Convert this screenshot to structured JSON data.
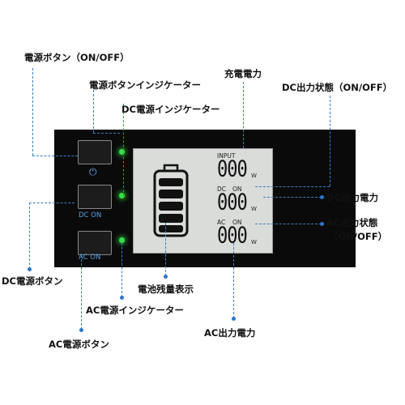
{
  "labels": {
    "power_button": "電源ボタン（ON/OFF）",
    "power_indicator": "電源ボタンインジケーター",
    "dc_indicator": "DC電源インジケーター",
    "charge_power": "充電電力",
    "dc_output_state": "DC出力状態（ON/OFF）",
    "dc_output_power": "DC出力電力",
    "ac_output_state_1": "AC出力状態",
    "ac_output_state_2": "（ON/OFF）",
    "dc_power_button": "DC電源ボタン",
    "battery_level": "電池残量表示",
    "ac_indicator": "AC電源インジケーター",
    "ac_output_power": "AC出力電力",
    "ac_power_button": "AC電源ボタン"
  },
  "panel": {
    "buttons": {
      "power_symbol": "⏻",
      "dc_label": "DC ON",
      "ac_label": "AC ON"
    },
    "lcd": {
      "input_label": "INPUT",
      "input_value": "000",
      "input_unit": "W",
      "dc_label": "DC",
      "dc_state": "ON",
      "dc_value": "000",
      "dc_unit": "W",
      "ac_label": "AC",
      "ac_state": "ON",
      "ac_value": "000",
      "ac_unit": "W"
    }
  },
  "colors": {
    "callout": "#3a7fc4",
    "led": "#36e04a",
    "lcd_bg": "#d9dcd9"
  }
}
